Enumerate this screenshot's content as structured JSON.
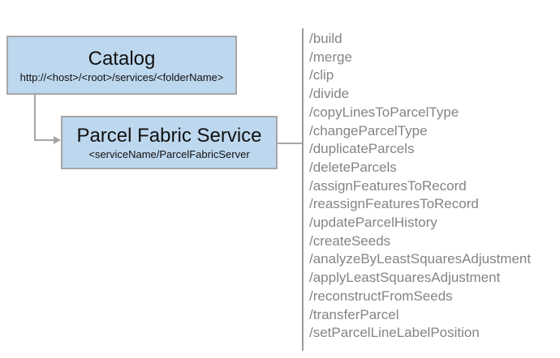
{
  "catalog": {
    "title": "Catalog",
    "subtitle": "http://<host>/<root>/services/<folderName>"
  },
  "service": {
    "title": "Parcel Fabric Service",
    "subtitle": "<serviceName/ParcelFabricServer"
  },
  "endpoints": [
    "/build",
    "/merge",
    "/clip",
    "/divide",
    "/copyLinesToParcelType",
    "/changeParcelType",
    "/duplicateParcels",
    "/deleteParcels",
    "/assignFeaturesToRecord",
    "/reassignFeaturesToRecord",
    "/updateParcelHistory",
    "/createSeeds",
    "/analyzeByLeastSquaresAdjustment",
    "/applyLeastSquaresAdjustment",
    "/reconstructFromSeeds",
    "/transferParcel",
    "/setParcelLineLabelPosition"
  ],
  "colors": {
    "box_fill": "#bdd7ee",
    "box_border": "#a6a6a6",
    "connector": "#a6a6a6",
    "divider": "#9b9b9b",
    "endpoint_text": "#848484",
    "title_text": "#111111"
  }
}
